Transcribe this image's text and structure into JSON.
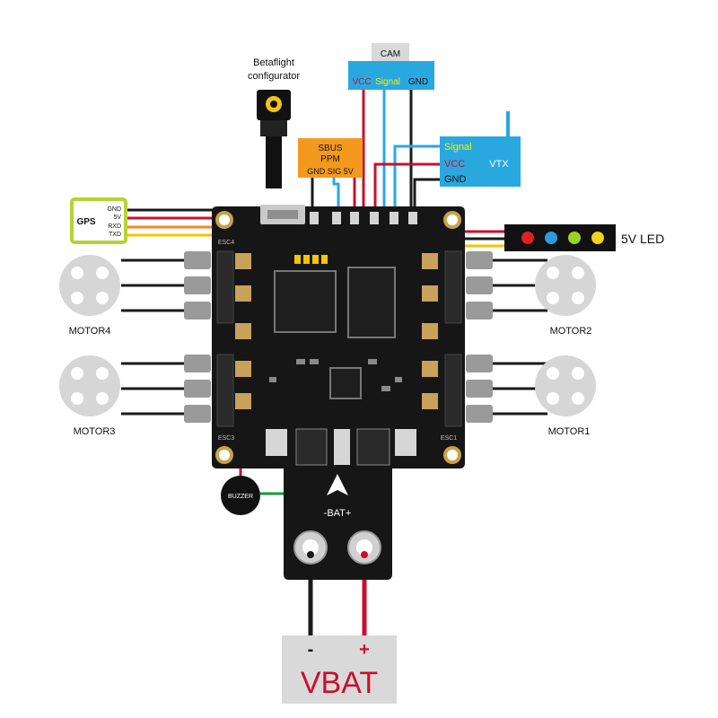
{
  "betaflight": {
    "line1": "Betaflight",
    "line2": "configurator"
  },
  "cam": {
    "title": "CAM",
    "vcc": "VCC",
    "signal": "Signal",
    "gnd": "GND"
  },
  "sbus": {
    "line1": "SBUS",
    "line2": "PPM",
    "pins": "GND SIG 5V"
  },
  "vtx": {
    "name": "VTX",
    "signal": "Signal",
    "vcc": "VCC",
    "gnd": "GND"
  },
  "gps": {
    "name": "GPS",
    "pins": [
      "GND",
      "5V",
      "RXD",
      "TXD"
    ]
  },
  "led": {
    "label": "5V LED",
    "colors": [
      "#e02020",
      "#2a9de0",
      "#9cd321",
      "#f2d21b"
    ]
  },
  "motors": {
    "m1": "MOTOR1",
    "m2": "MOTOR2",
    "m3": "MOTOR3",
    "m4": "MOTOR4"
  },
  "buzzer": {
    "label": "BUZZER"
  },
  "board": {
    "bat_label": "-BAT+",
    "esc1": "ESC1",
    "esc3": "ESC3",
    "esc4": "ESC4"
  },
  "vbat": {
    "label": "VBAT",
    "minus": "-",
    "plus": "+"
  },
  "colors": {
    "wire_red": "#c8102e",
    "wire_blue": "#29a8e0",
    "wire_black": "#1a1a1a",
    "wire_orange": "#f08a1c",
    "wire_yellow": "#f5c400",
    "wire_green": "#1a9a3a",
    "cam_blue": "#29a8e0",
    "sbus_orange": "#f39a1e",
    "gps_green": "#b5d334"
  }
}
